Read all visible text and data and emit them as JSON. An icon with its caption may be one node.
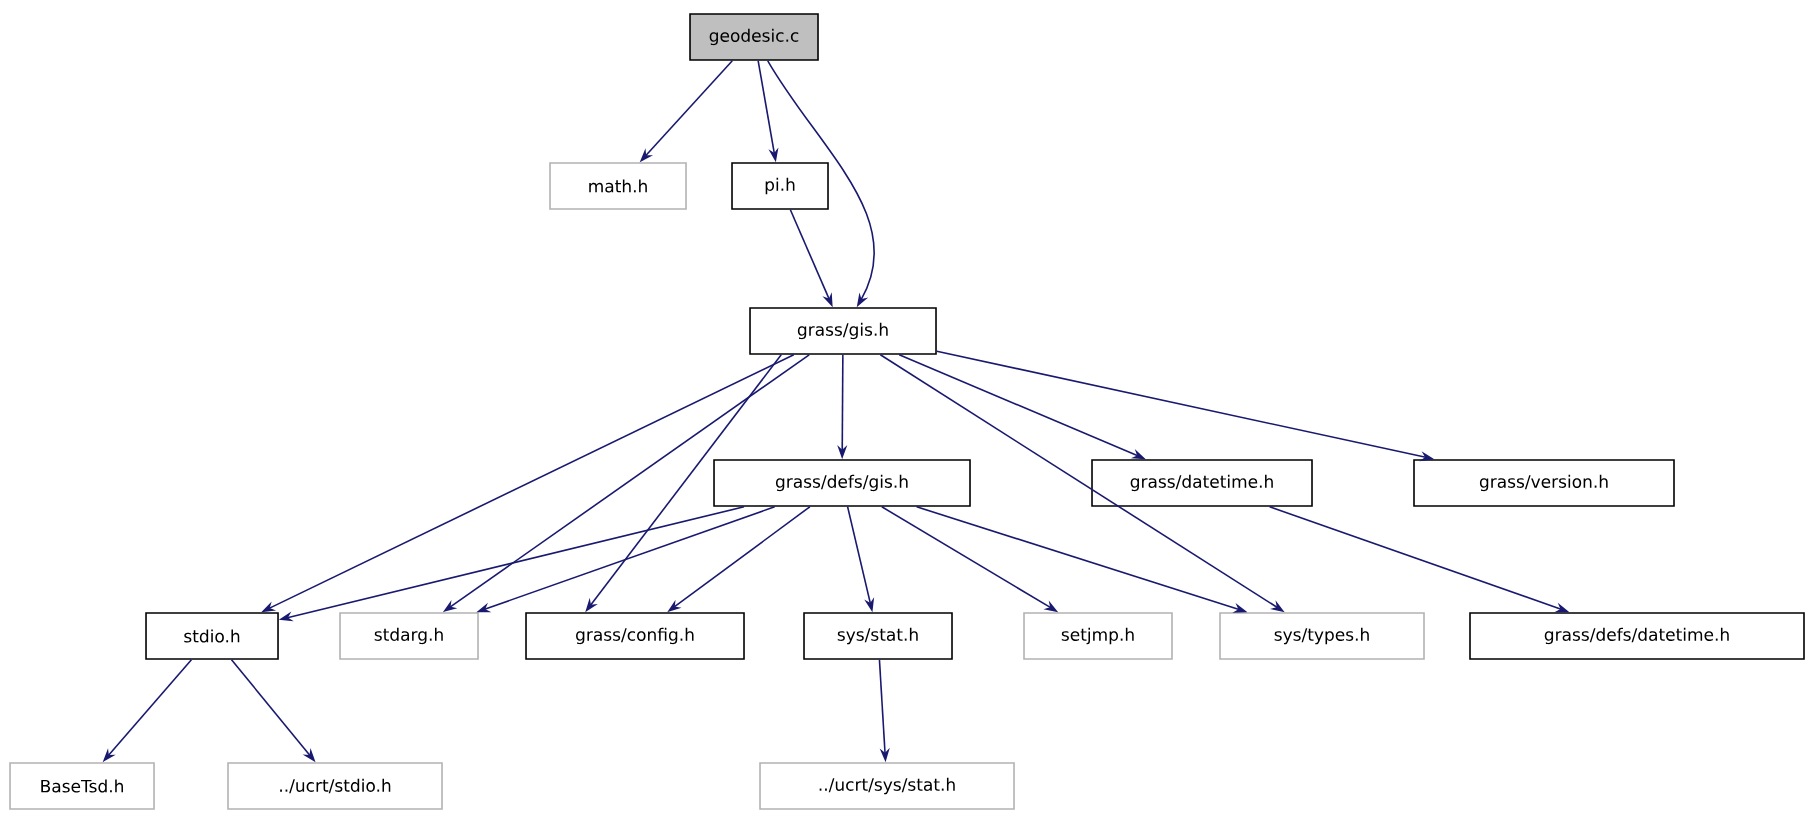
{
  "diagram": {
    "nodes": [
      {
        "text": [
          "geodesic.c"
        ]
      },
      {
        "text": [
          "math.h"
        ]
      },
      {
        "text": [
          "pi.h"
        ]
      },
      {
        "text": [
          "grass/gis.h"
        ]
      },
      {
        "text": [
          "grass/defs/gis.h"
        ]
      },
      {
        "text": [
          "grass/datetime.h"
        ]
      },
      {
        "text": [
          "grass/version.h"
        ]
      },
      {
        "text": [
          "stdio.h"
        ]
      },
      {
        "text": [
          "stdarg.h"
        ]
      },
      {
        "text": [
          "grass/config.h"
        ]
      },
      {
        "text": [
          "sys/stat.h"
        ]
      },
      {
        "text": [
          "setjmp.h"
        ]
      },
      {
        "text": [
          "sys/types.h"
        ]
      },
      {
        "text": [
          "grass/defs/datetime.h"
        ]
      },
      {
        "text": [
          "BaseTsd.h"
        ]
      },
      {
        "text": [
          "../ucrt/stdio.h"
        ]
      },
      {
        "text": [
          "../ucrt/sys/stat.h"
        ]
      }
    ],
    "edges": [
      {
        "from": 0,
        "to": 1,
        "arrow": "to"
      },
      {
        "from": 0,
        "to": 2,
        "arrow": "to"
      },
      {
        "from": 0,
        "to": 3,
        "arrow": "to"
      },
      {
        "from": 2,
        "to": 3,
        "arrow": "to"
      },
      {
        "from": 3,
        "to": 7,
        "arrow": "to"
      },
      {
        "from": 3,
        "to": 8,
        "arrow": "to"
      },
      {
        "from": 3,
        "to": 9,
        "arrow": "to"
      },
      {
        "from": 3,
        "to": 4,
        "arrow": "to"
      },
      {
        "from": 3,
        "to": 12,
        "arrow": "to"
      },
      {
        "from": 3,
        "to": 5,
        "arrow": "to"
      },
      {
        "from": 3,
        "to": 6,
        "arrow": "to"
      },
      {
        "from": 4,
        "to": 7,
        "arrow": "to"
      },
      {
        "from": 4,
        "to": 8,
        "arrow": "to"
      },
      {
        "from": 4,
        "to": 9,
        "arrow": "to"
      },
      {
        "from": 4,
        "to": 10,
        "arrow": "to"
      },
      {
        "from": 4,
        "to": 11,
        "arrow": "to"
      },
      {
        "from": 4,
        "to": 12,
        "arrow": "to"
      },
      {
        "from": 5,
        "to": 13,
        "arrow": "to"
      },
      {
        "from": 7,
        "to": 14,
        "arrow": "to"
      },
      {
        "from": 7,
        "to": 15,
        "arrow": "to"
      },
      {
        "from": 10,
        "to": 16,
        "arrow": "to"
      }
    ]
  }
}
